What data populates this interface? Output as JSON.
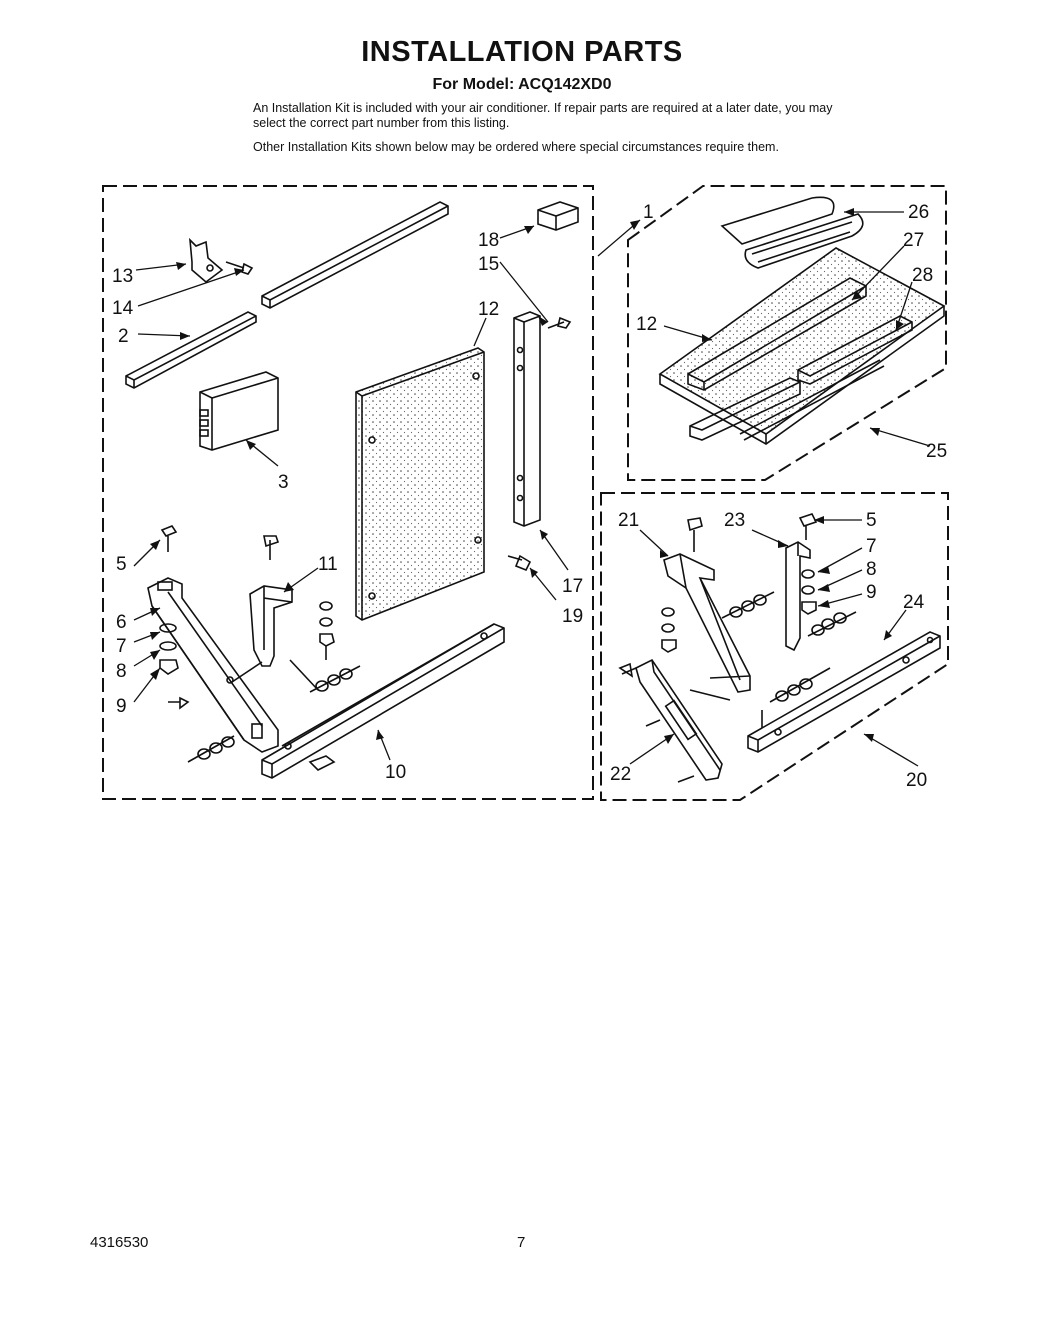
{
  "header": {
    "title": "INSTALLATION PARTS",
    "model": "For Model: ACQ142XD0"
  },
  "intro": {
    "paragraph1": "An Installation Kit is included with your air conditioner. If repair parts are required at a later date, you may select the correct part number from this listing.",
    "paragraph2": "Other Installation Kits shown below may be ordered where special circumstances require them."
  },
  "callouts": {
    "c1": "1",
    "c2": "2",
    "c3": "3",
    "c5a": "5",
    "c5b": "5",
    "c6": "6",
    "c7a": "7",
    "c7b": "7",
    "c8a": "8",
    "c8b": "8",
    "c9a": "9",
    "c9b": "9",
    "c10": "10",
    "c11": "11",
    "c12a": "12",
    "c12b": "12",
    "c13": "13",
    "c14": "14",
    "c15": "15",
    "c17": "17",
    "c18": "18",
    "c19": "19",
    "c20": "20",
    "c21": "21",
    "c22": "22",
    "c23": "23",
    "c24": "24",
    "c25": "25",
    "c26": "26",
    "c27": "27",
    "c28": "28"
  },
  "footer": {
    "doc_number": "4316530",
    "page_number": "7"
  }
}
